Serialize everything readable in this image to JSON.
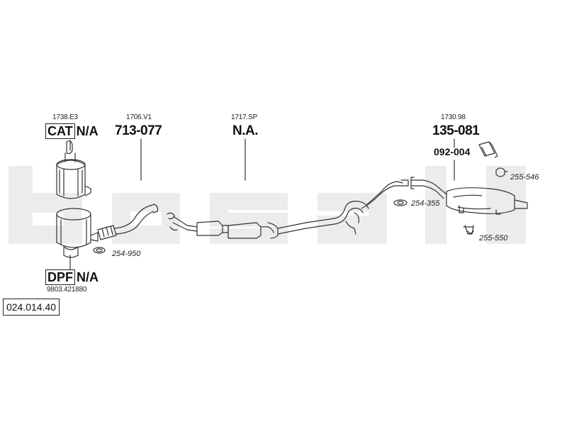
{
  "catalog_number": "024.014.40",
  "watermark": "bosal",
  "parts": {
    "cat": {
      "ref": "1738.E3",
      "box": "CAT",
      "value": "N/A"
    },
    "front": {
      "ref": "1706.V1",
      "number": "713-077"
    },
    "middle": {
      "ref": "1717.SP",
      "number": "N.A."
    },
    "rear": {
      "ref": "1730.98",
      "number": "135-081"
    },
    "rear_accessory": {
      "number": "092-004"
    },
    "dpf": {
      "box": "DPF",
      "value": "N/A",
      "ref": "9803.421880"
    }
  },
  "fittings": [
    {
      "code": "254-950"
    },
    {
      "code": "254-355"
    },
    {
      "code": "255-546"
    },
    {
      "code": "255-550"
    }
  ],
  "colors": {
    "line": "#333333",
    "watermark": "#ececec"
  }
}
